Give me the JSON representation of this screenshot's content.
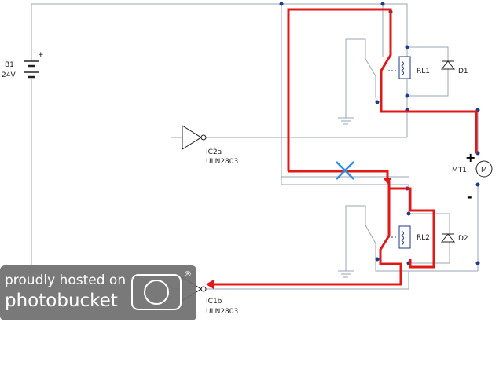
{
  "components": {
    "battery": {
      "ref": "B1",
      "value": "24V",
      "plus": "+"
    },
    "relay1": {
      "ref": "RL1"
    },
    "relay2": {
      "ref": "RL2"
    },
    "diode1": {
      "ref": "D1"
    },
    "diode2": {
      "ref": "D2"
    },
    "motor": {
      "ref": "MT1",
      "symbol": "M",
      "plus": "+",
      "minus": "-"
    },
    "ic2a": {
      "ref": "IC2a",
      "part": "ULN2803"
    },
    "ic1b": {
      "ref": "IC1b",
      "part": "ULN2803"
    }
  },
  "watermark": {
    "line1": "proudly hosted on",
    "line2": "photobucket",
    "mark": "®"
  },
  "colors": {
    "wire": "#9aa4b4",
    "current_path": "#e01818",
    "node": "#1e3a8a",
    "cross_mark": "#2b8fe0",
    "watermark_bg": "#6e6e6e"
  }
}
